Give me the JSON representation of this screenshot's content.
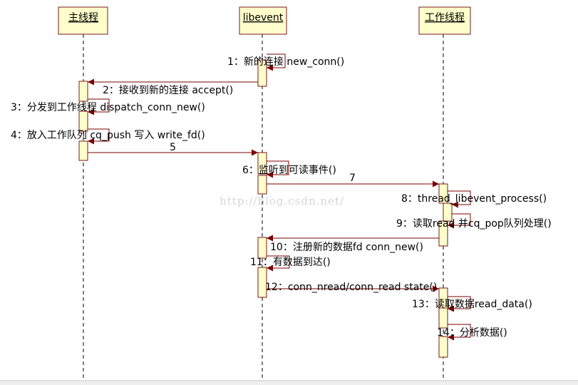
{
  "participants": [
    "主线程",
    "libevent",
    "工作线程"
  ],
  "messages": [
    {
      "text": "1：新的连接 new_conn()"
    },
    {
      "text": "2：接收到新的连接 accept()"
    },
    {
      "text": "3：分发到工作线程 dispatch_conn_new()"
    },
    {
      "text": "4：放入工作队列 cq_push 写入 write_fd()"
    },
    {
      "text": "5"
    },
    {
      "text": "6：监听到可读事件()"
    },
    {
      "text": "7"
    },
    {
      "text": "8：thread_libevent_process()"
    },
    {
      "text": "9：读取read 并cq_pop队列处理()"
    },
    {
      "text": "10：注册新的数据fd conn_new()"
    },
    {
      "text": "11：有数据到达()"
    },
    {
      "text": "12：conn_nread/conn_read state()"
    },
    {
      "text": "13：读取数据read_data()"
    },
    {
      "text": "14：分析数据()"
    }
  ],
  "watermark": "http://blog.csdn.net/",
  "colors": {
    "box_fill": "#ffffcc",
    "box_border": "#7a1b1b",
    "arrow": "#7a0000",
    "lifeline": "#000000"
  }
}
